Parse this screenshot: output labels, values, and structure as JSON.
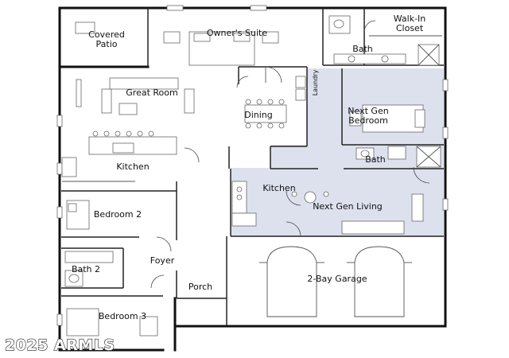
{
  "floorplan": {
    "colors": {
      "wall": "#111111",
      "highlight": "#dde1ee",
      "background": "#ffffff"
    },
    "rooms": {
      "covered_patio": [
        "Covered",
        "Patio"
      ],
      "owners_suite": "Owner's Suite",
      "walk_in_closet": [
        "Walk-In",
        "Closet"
      ],
      "owner_bath": "Bath",
      "laundry": "Laundry",
      "great_room": "Great Room",
      "dining": "Dining",
      "next_gen_bedroom": [
        "Next Gen",
        "Bedroom"
      ],
      "kitchen": "Kitchen",
      "next_gen_bath": "Bath",
      "next_gen_kitchen": "Kitchen",
      "next_gen_living": "Next Gen Living",
      "bedroom_2": "Bedroom 2",
      "foyer": "Foyer",
      "bath_2": "Bath 2",
      "porch": "Porch",
      "garage": "2-Bay Garage",
      "bedroom_3": "Bedroom 3"
    },
    "watermark": "2025 ARMLS"
  }
}
